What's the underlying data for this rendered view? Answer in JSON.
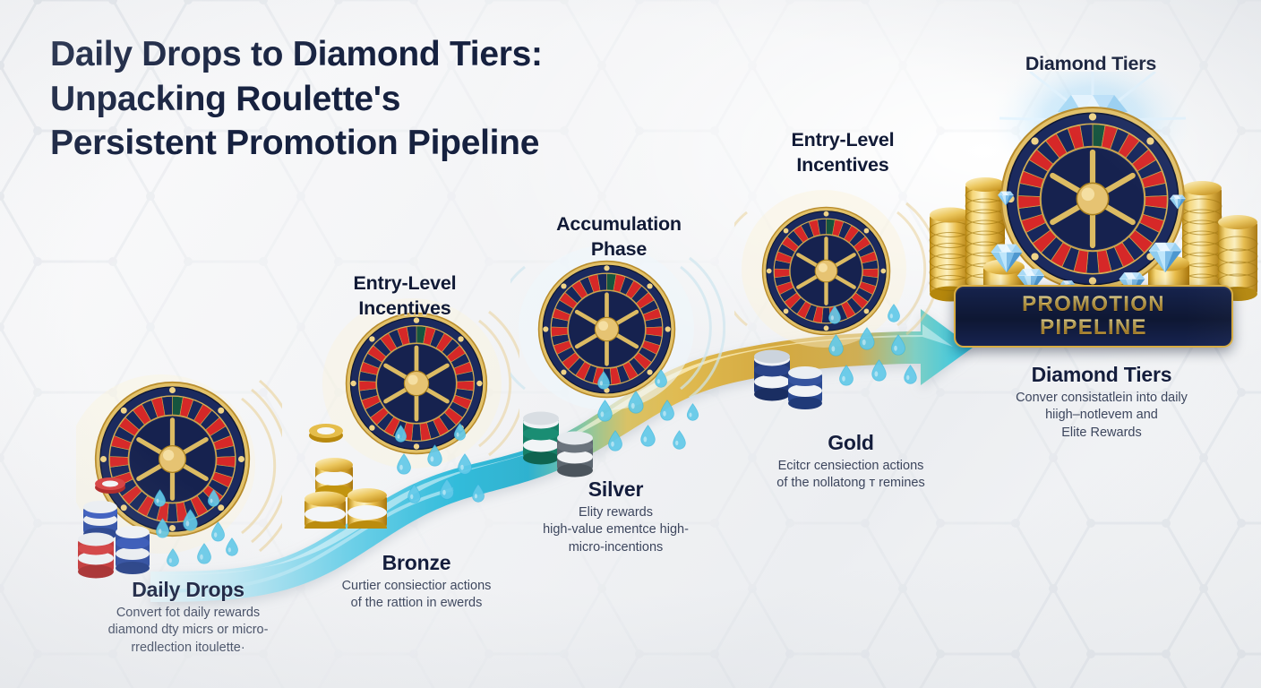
{
  "title": "Daily Drops to Diamond Tiers: Unpacking Roulette's Persistent Promotion Pipeline",
  "title_lines": [
    "Daily Drops to Diamond Tiers:",
    "Unpacking Roulette's",
    "Persistent Promotion Pipeline"
  ],
  "colors": {
    "background": "#f2f3f5",
    "title_navy": "#16213f",
    "wheel_navy": "#172250",
    "wheel_red": "#d62828",
    "gold": "#d4a236",
    "gold_light": "#f0cf6c",
    "cyan": "#35c6e0",
    "teal": "#1f9bb5",
    "diamond_blue": "#7ec8f2",
    "drop_blue": "#62c9e8",
    "chip_red": "#cf3030",
    "chip_blue": "#2a4a9c",
    "chip_green": "#16715f",
    "chip_silver": "#9aa3ab"
  },
  "callouts": [
    {
      "name": "entry-level-incentives-left",
      "lines": [
        "Entry-Level",
        "Incentives"
      ]
    },
    {
      "name": "accumulation-phase",
      "lines": [
        "Accumulation",
        "Phase"
      ]
    },
    {
      "name": "entry-level-incentives-right",
      "lines": [
        "Entry-Level",
        "Incentives"
      ]
    },
    {
      "name": "diamond-tiers-top",
      "lines": [
        "Diamond Tiers"
      ]
    }
  ],
  "stages": [
    {
      "id": "daily-drops",
      "title": "Daily Drops",
      "subtitle_lines": [
        "Convert fot daily rewards",
        "diamond dty micrs or micro-",
        "rredlection itoulette·"
      ]
    },
    {
      "id": "bronze",
      "title": "Bronze",
      "subtitle_lines": [
        "Curtier consiectior actions",
        "of the rattion in ewerds"
      ]
    },
    {
      "id": "silver",
      "title": "Silver",
      "subtitle_lines": [
        "Elity rewards",
        "high-value ementce high-",
        "micro-incentions"
      ]
    },
    {
      "id": "gold",
      "title": "Gold",
      "subtitle_lines": [
        "Ecitcr censiection actions",
        "of the nollatong т remines"
      ]
    },
    {
      "id": "diamond-tiers",
      "title": "Diamond Tiers",
      "subtitle_lines": [
        "Conver consistatlein into daily",
        "hiigh–notlevem and",
        "Elite Rewards"
      ]
    }
  ],
  "banner": {
    "line1": "PROMOTION",
    "line2": "PIPELINE"
  },
  "graphics": {
    "roulette_wheels": 5,
    "chip_stacks": [
      "red-white-blue",
      "gold-white",
      "green-silver",
      "navy-white",
      "gold-coins"
    ],
    "water_drops": "daily drop droplets",
    "diamond_gem": "diamond-gem",
    "flow_arrow": "cyan-gold-gradient-arrow"
  }
}
